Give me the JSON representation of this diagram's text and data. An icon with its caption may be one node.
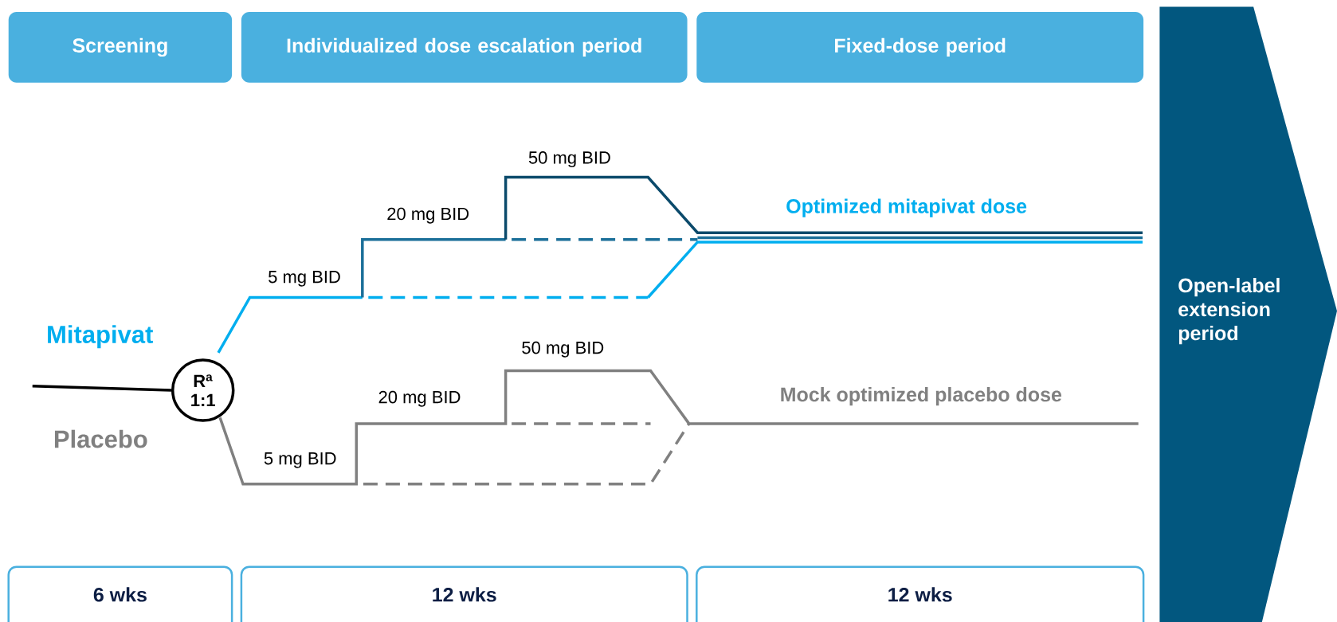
{
  "diagram": {
    "nodes": [
      {
        "text": [
          "Screening"
        ]
      },
      {
        "text": [
          "Individualized dose escalation period"
        ]
      },
      {
        "text": [
          "Fixed-dose period"
        ]
      },
      {
        "text": [
          "Open-label extension period"
        ]
      },
      {
        "text": [
          "R$^{a}$",
          "1:1"
        ]
      },
      {
        "text": [
          "6 wks"
        ]
      },
      {
        "text": [
          "12 wks"
        ]
      },
      {
        "text": [
          "12 wks"
        ]
      }
    ],
    "edges": [
      {
        "from": null,
        "to": 4,
        "arrow": "none"
      }
    ],
    "labels": [
      "50 mg BID",
      "Optimized mitapivat dose",
      "20 mg BID",
      "5 mg BID",
      "Mitapivat",
      "50 mg BID",
      "Mock optimized placebo dose",
      "20 mg BID",
      "Placebo",
      "5 mg BID"
    ]
  }
}
